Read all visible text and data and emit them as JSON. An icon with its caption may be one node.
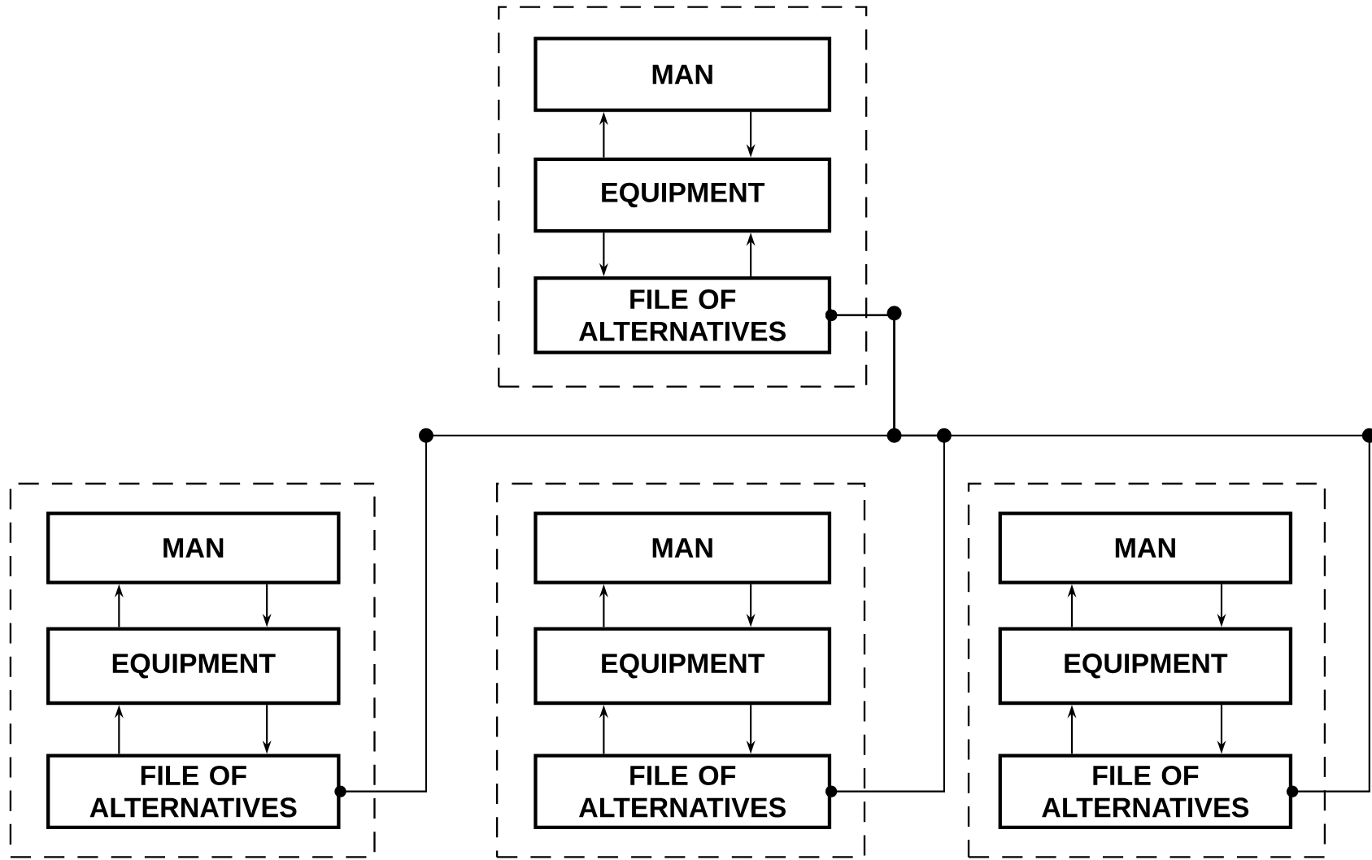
{
  "diagram": {
    "nodes": [
      {
        "text": [],
        "shape": "box"
      },
      {
        "text": [
          "MAN"
        ],
        "in": 0
      },
      {
        "text": [
          "EQUIPMENT"
        ],
        "in": 0
      },
      {
        "text": [
          "FILE OF ALTERNATIVES"
        ],
        "in": 0
      },
      {
        "text": [],
        "shape": "box"
      },
      {
        "text": [
          "MAN"
        ],
        "in": 4
      },
      {
        "text": [
          "EQUIPMENT"
        ],
        "in": 4
      },
      {
        "text": [
          "FILE OF ALTERNATIVES"
        ],
        "in": 4
      },
      {
        "text": [],
        "shape": "box"
      },
      {
        "text": [
          "MAN"
        ],
        "in": 8
      },
      {
        "text": [
          "EQUIPMENT"
        ],
        "in": 8
      },
      {
        "text": [
          "FILE OF ALTERNATIVES"
        ],
        "in": 8
      },
      {
        "text": [],
        "shape": "box"
      },
      {
        "text": [
          "MAN"
        ],
        "in": 12
      },
      {
        "text": [
          "EQUIPMENT"
        ],
        "in": 12
      },
      {
        "text": [
          "FILE OF ALTERNATIVES"
        ],
        "in": 12
      }
    ],
    "edges": [
      {
        "from": 2,
        "to": 1,
        "arrow": "to"
      },
      {
        "from": 1,
        "to": 2,
        "arrow": "to"
      },
      {
        "from": 2,
        "to": 3,
        "arrow": "to"
      },
      {
        "from": 3,
        "to": 2,
        "arrow": "to"
      },
      {
        "from": 6,
        "to": 5,
        "arrow": "to"
      },
      {
        "from": 5,
        "to": 6,
        "arrow": "to"
      },
      {
        "from": 7,
        "to": 6,
        "arrow": "to"
      },
      {
        "from": 6,
        "to": 7,
        "arrow": "to"
      },
      {
        "from": 10,
        "to": 9,
        "arrow": "to"
      },
      {
        "from": 9,
        "to": 10,
        "arrow": "to"
      },
      {
        "from": 11,
        "to": 10,
        "arrow": "to"
      },
      {
        "from": 10,
        "to": 11,
        "arrow": "to"
      },
      {
        "from": 14,
        "to": 13,
        "arrow": "to"
      },
      {
        "from": 13,
        "to": 14,
        "arrow": "to"
      },
      {
        "from": 15,
        "to": 14,
        "arrow": "to"
      },
      {
        "from": 14,
        "to": 15,
        "arrow": "to"
      },
      {
        "from": 3,
        "to": 7,
        "arrow": "other"
      },
      {
        "from": 3,
        "to": 11,
        "arrow": "other"
      },
      {
        "from": 3,
        "to": 15,
        "arrow": "other"
      }
    ]
  }
}
